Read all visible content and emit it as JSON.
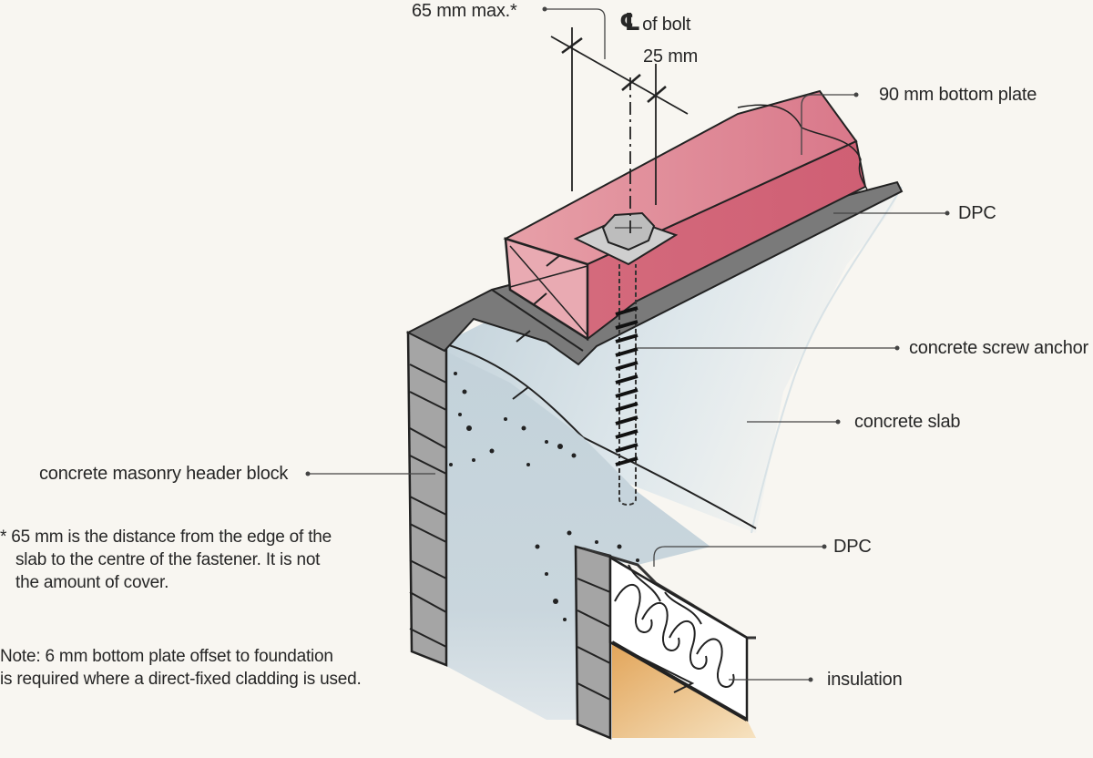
{
  "labels": {
    "dim_65": "65 mm max.*",
    "cl_symbol": "℄",
    "cl_text": "of bolt",
    "dim_25": "25 mm",
    "bottom_plate": "90 mm bottom plate",
    "dpc_top": "DPC",
    "screw_anchor": "concrete screw anchor",
    "slab": "concrete slab",
    "header_block": "concrete masonry header block",
    "dpc_bottom": "DPC",
    "insulation": "insulation"
  },
  "footnote": {
    "line1": "* 65 mm is the distance from the edge of the",
    "line2": "slab to the centre of the fastener. It is not",
    "line3": "the amount of cover."
  },
  "note": {
    "line1": "Note: 6 mm bottom plate offset to foundation",
    "line2": "is required where a direct-fixed cladding is used."
  },
  "colors": {
    "background": "#f8f6f1",
    "plate": "#e07d8c",
    "concrete": "#c8d6de",
    "masonry": "#9a9a9a",
    "dpc": "#5c5c5c",
    "insulation_fill": "#ffffff",
    "ground": "#e8b36a"
  }
}
